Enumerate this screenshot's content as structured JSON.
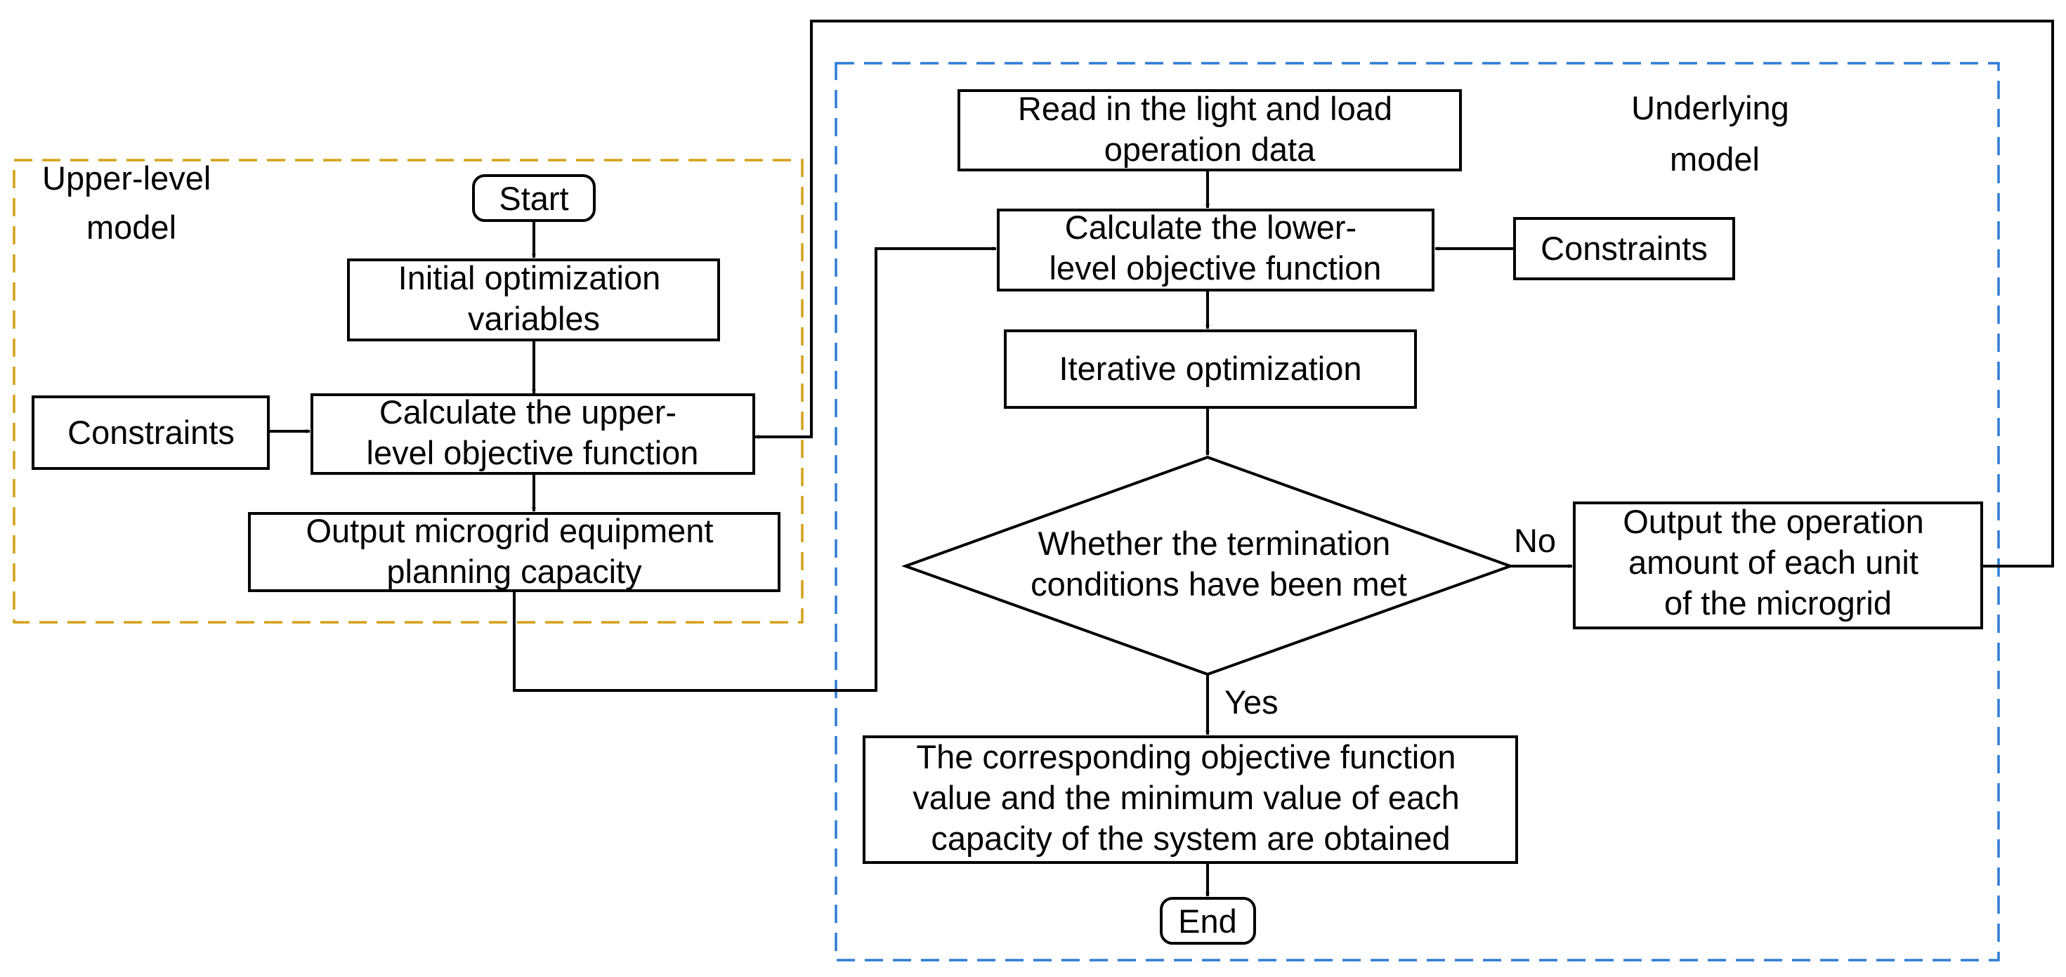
{
  "regions": {
    "upper": {
      "label_lines": [
        "Upper-level",
        "model"
      ],
      "color": "#D4A017"
    },
    "lower": {
      "label_lines": [
        "Underlying",
        "model"
      ],
      "color": "#2E7CD6"
    }
  },
  "nodes": {
    "start": {
      "lines": [
        "Start"
      ]
    },
    "initial_vars": {
      "lines": [
        "Initial optimization",
        "variables"
      ]
    },
    "constraints_upper": {
      "lines": [
        "Constraints"
      ]
    },
    "calc_upper": {
      "lines": [
        "Calculate the upper-",
        "level objective function"
      ]
    },
    "output_capacity": {
      "lines": [
        "Output microgrid equipment",
        "planning capacity"
      ]
    },
    "read_data": {
      "lines": [
        "Read in the light and load",
        "operation data"
      ]
    },
    "calc_lower": {
      "lines": [
        "Calculate the lower-",
        "level objective function"
      ]
    },
    "constraints_lower": {
      "lines": [
        "Constraints"
      ]
    },
    "iterative": {
      "lines": [
        "Iterative optimization"
      ]
    },
    "decision": {
      "lines": [
        "Whether the termination",
        "conditions have been met"
      ]
    },
    "output_operation": {
      "lines": [
        "Output the operation",
        "amount of each unit",
        "of the microgrid"
      ]
    },
    "result": {
      "lines": [
        "The corresponding objective function",
        "value and the minimum value of each",
        "capacity of the system are obtained"
      ]
    },
    "end": {
      "lines": [
        "End"
      ]
    }
  },
  "edge_labels": {
    "no": "No",
    "yes": "Yes"
  },
  "colors": {
    "line": "#000000",
    "background": "#FFFFFF"
  }
}
